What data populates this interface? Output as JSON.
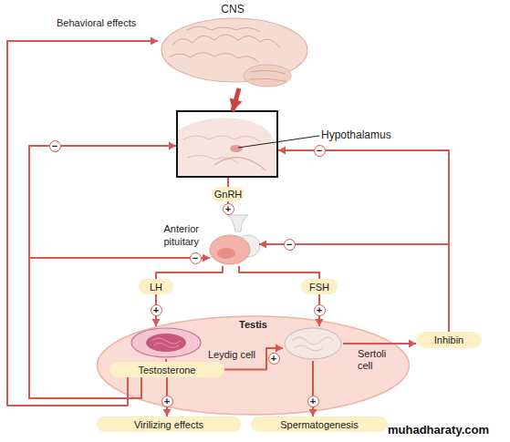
{
  "diagram": {
    "nodes": [
      {
        "text": [
          "CNS"
        ]
      },
      {
        "text": [
          "Hypothalamus"
        ]
      },
      {
        "text": [
          "GnRH"
        ]
      },
      {
        "text": [
          "Anterior pituitary"
        ]
      },
      {
        "text": [
          "LH"
        ]
      },
      {
        "text": [
          "FSH"
        ]
      },
      {
        "text": [
          "Testis"
        ]
      },
      {
        "text": [
          "Leydig cell"
        ],
        "in": 6
      },
      {
        "text": [
          "Sertoli cell"
        ],
        "in": 6
      },
      {
        "text": [
          "Testosterone"
        ],
        "in": 6
      },
      {
        "text": [
          "Inhibin"
        ]
      },
      {
        "text": [
          "Virilizing effects"
        ]
      },
      {
        "text": [
          "Spermatogenesis"
        ]
      }
    ],
    "edges": [
      {
        "from": 0,
        "to": 1,
        "arrow": "to"
      },
      {
        "from": 1,
        "to": 2,
        "arrow": "none"
      },
      {
        "from": 2,
        "to": 3,
        "arrow": "to",
        "label": "+"
      },
      {
        "from": 3,
        "to": 4,
        "arrow": "none"
      },
      {
        "from": 3,
        "to": 5,
        "arrow": "none"
      },
      {
        "from": 4,
        "to": 7,
        "arrow": "to",
        "label": "+"
      },
      {
        "from": 5,
        "to": 8,
        "arrow": "to",
        "label": "+"
      },
      {
        "from": 7,
        "to": 9,
        "arrow": "none"
      },
      {
        "from": 9,
        "to": 8,
        "arrow": "to",
        "label": "+"
      },
      {
        "from": 8,
        "to": 10,
        "arrow": "to"
      },
      {
        "from": 9,
        "to": 11,
        "arrow": "to",
        "label": "+"
      },
      {
        "from": 8,
        "to": 12,
        "arrow": "to",
        "label": "+"
      },
      {
        "from": 9,
        "to": 0,
        "arrow": "to",
        "label": "Behavioral effects"
      },
      {
        "from": 9,
        "to": 1,
        "arrow": "to",
        "label": "−"
      },
      {
        "from": 9,
        "to": 3,
        "arrow": "to",
        "label": "−"
      },
      {
        "from": 10,
        "to": 1,
        "arrow": "to",
        "label": "−"
      },
      {
        "from": 10,
        "to": 3,
        "arrow": "to",
        "label": "−"
      }
    ],
    "labels": [
      "muhadharaty.com"
    ]
  }
}
